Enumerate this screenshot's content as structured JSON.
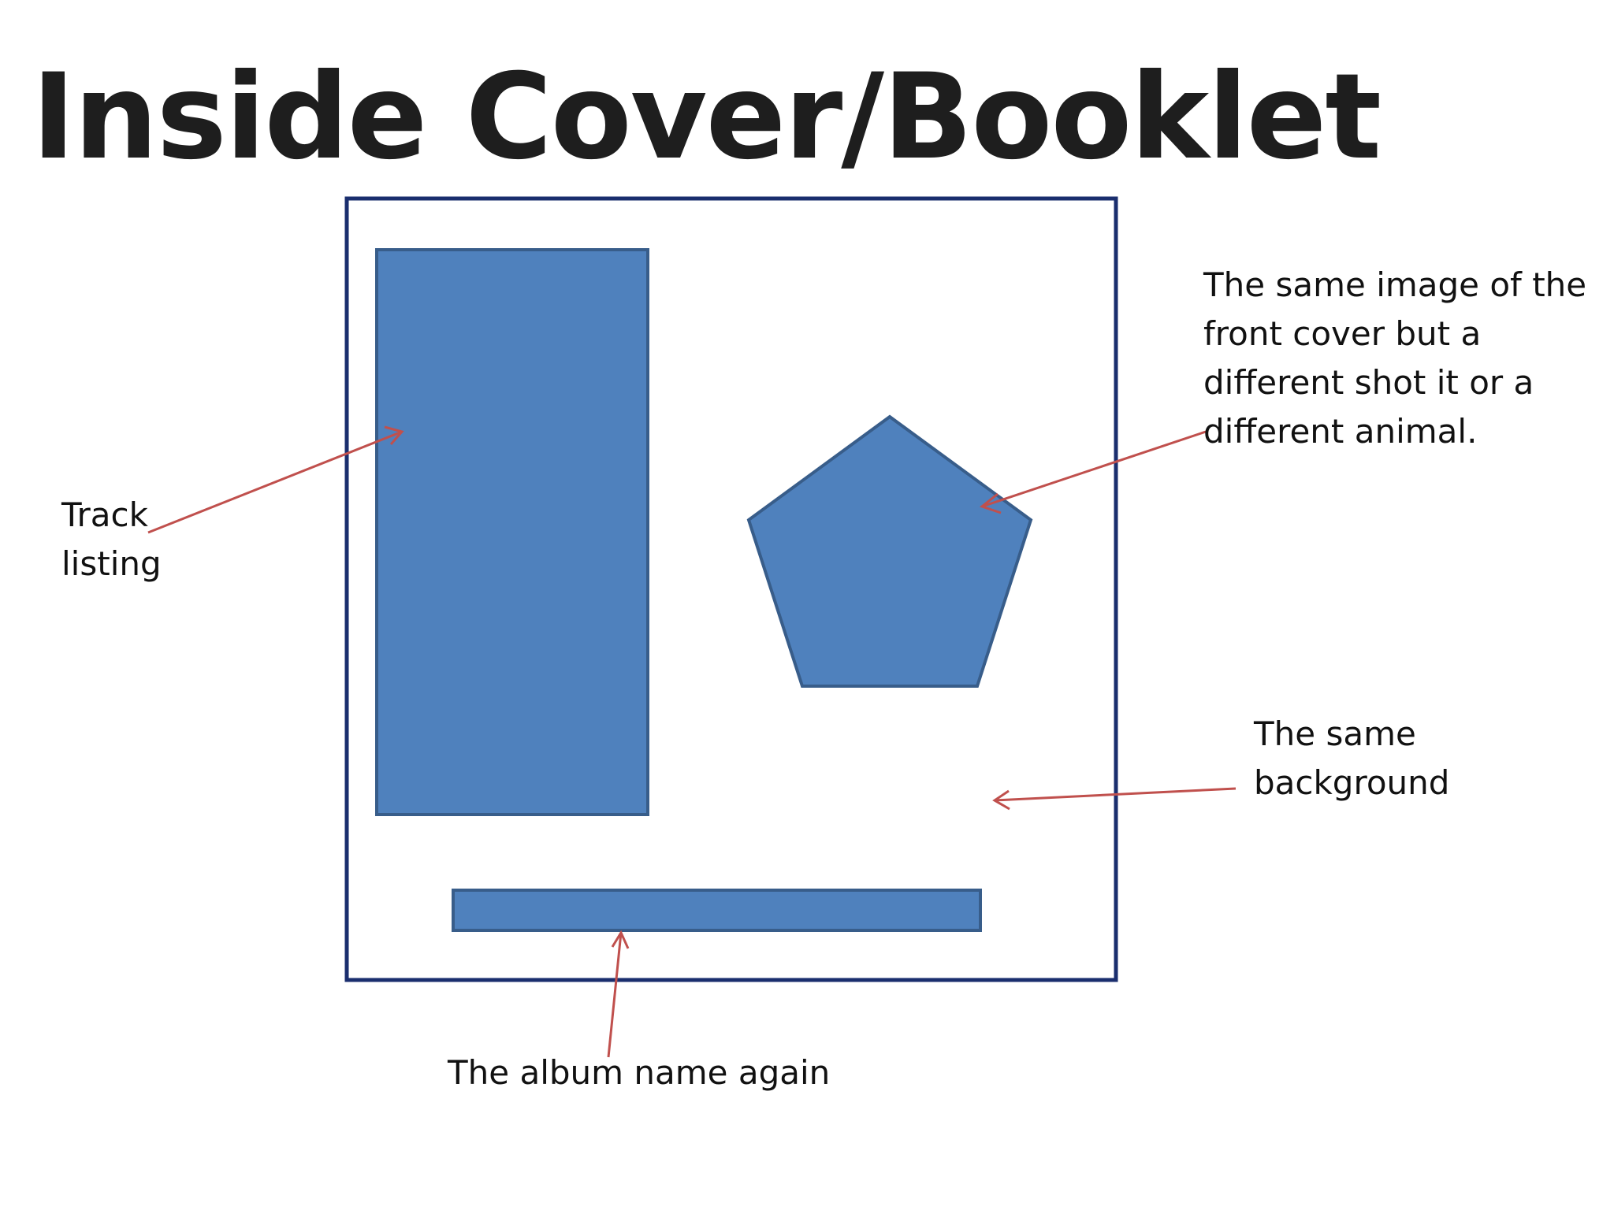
{
  "slide": {
    "title": "Inside Cover/Booklet",
    "labels": {
      "track_listing": [
        "Track",
        "listing"
      ],
      "front_image": [
        "The same image of the",
        "front cover but a",
        "different shot it or a",
        "different animal."
      ],
      "background": [
        "The same",
        "background"
      ],
      "album_name": "The album name again"
    },
    "colors": {
      "shape_fill": "#4f81bd",
      "shape_border": "#385d8a",
      "frame_border": "#1a2e6e",
      "arrow": "#c0504d",
      "title_text": "#1e1e1e"
    }
  }
}
